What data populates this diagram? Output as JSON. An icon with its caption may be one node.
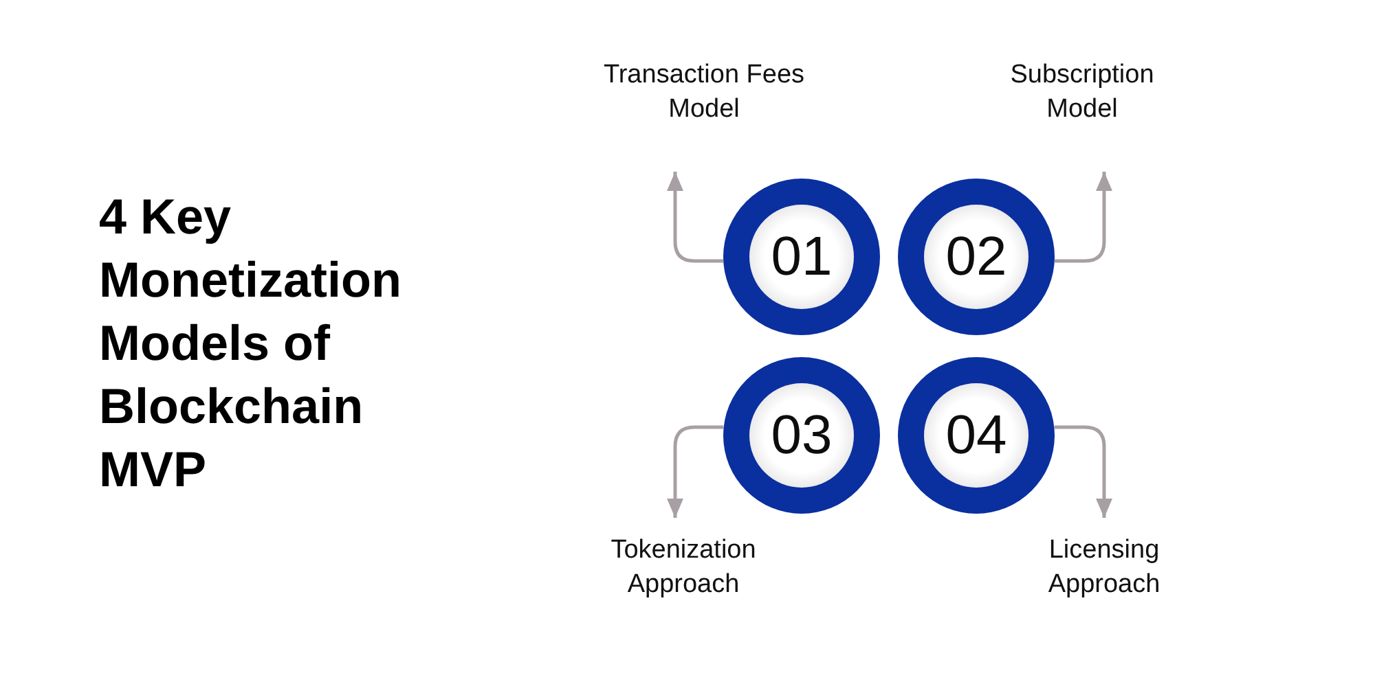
{
  "diagram": {
    "title": "4 Key Monetization Models of Blockchain MVP",
    "nodes": [
      {
        "text": [
          "Transaction Fees Model"
        ]
      },
      {
        "text": [
          "Subscription Model"
        ]
      },
      {
        "text": [
          "01"
        ]
      },
      {
        "text": [
          "02"
        ]
      },
      {
        "text": [
          "03"
        ]
      },
      {
        "text": [
          "04"
        ]
      },
      {
        "text": [
          "Tokenization Approach"
        ]
      },
      {
        "text": [
          "Licensing Approach"
        ]
      }
    ],
    "edges": [
      {
        "from": 2,
        "to": 0,
        "arrow": "to"
      },
      {
        "from": 3,
        "to": 1,
        "arrow": "to"
      },
      {
        "from": 4,
        "to": 6,
        "arrow": "to"
      },
      {
        "from": 5,
        "to": 7,
        "arrow": "to"
      }
    ]
  }
}
